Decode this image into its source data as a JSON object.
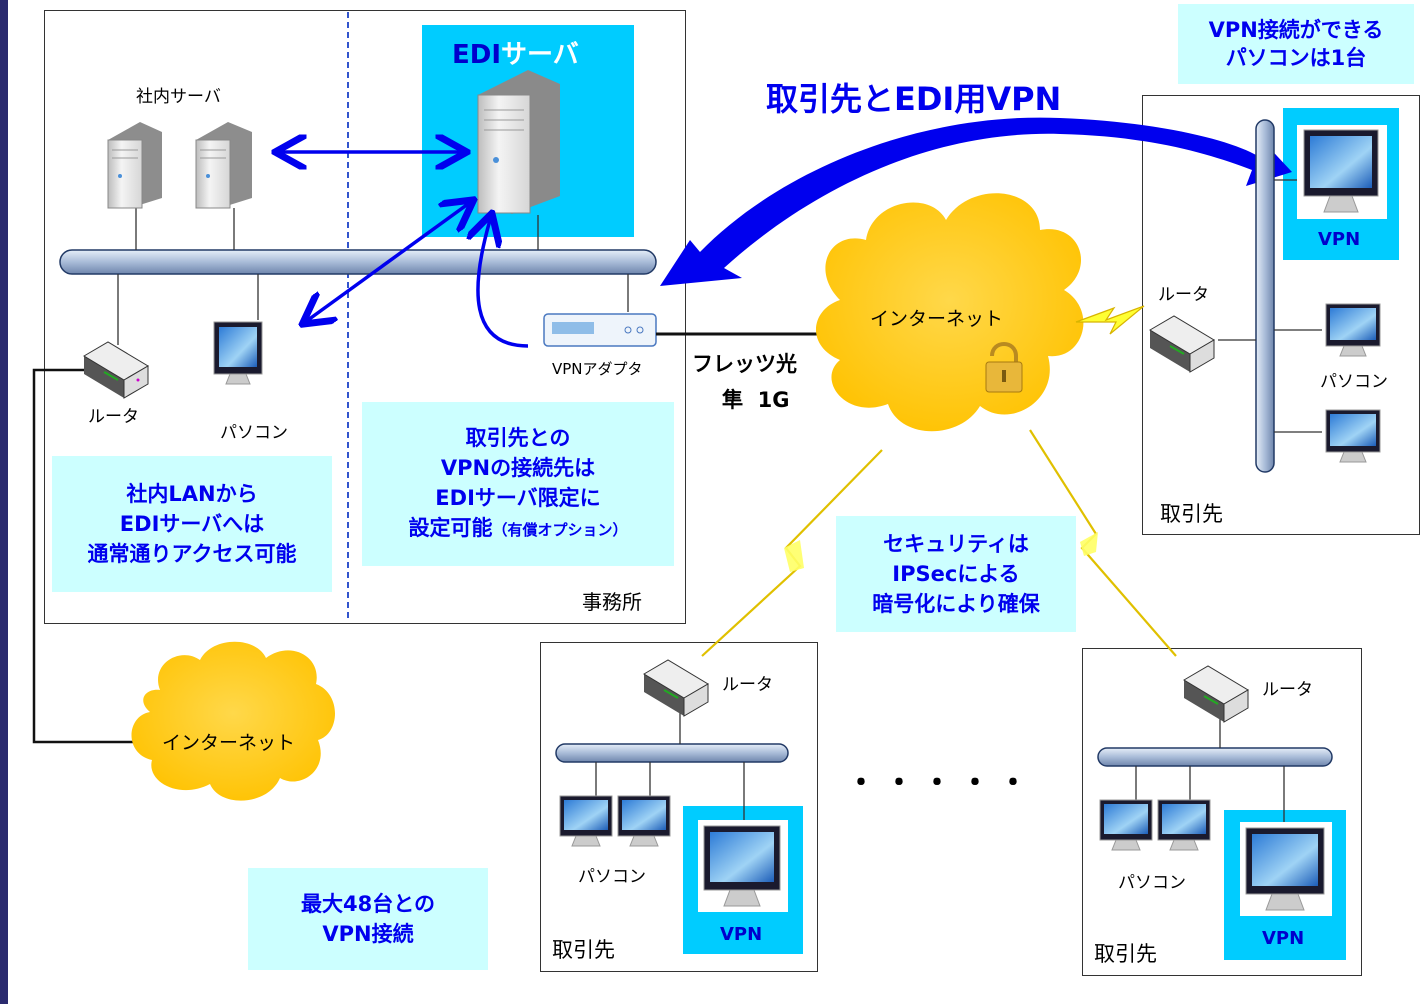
{
  "office": {
    "internal_server_label": "社内サーバ",
    "edi_server": {
      "prefix": "EDI",
      "suffix": "サーバ"
    },
    "router_label": "ルータ",
    "pc_label": "パソコン",
    "vpn_adapter_label": "VPNアダプタ",
    "box_label": "事務所",
    "note_lan": [
      "社内LANから",
      "EDIサーバへは",
      "通常通りアクセス可能"
    ],
    "note_vpn": [
      "取引先との",
      "VPNの接続先は",
      "EDIサーバ限定に"
    ],
    "note_vpn_last": "設定可能",
    "note_vpn_option": "（有償オプション）"
  },
  "link": {
    "line1": "フレッツ光",
    "line2": "隼  1G"
  },
  "internet_label": "インターネット",
  "internet_label_2": "インターネット",
  "vpn_title": "取引先とEDI用VPN",
  "top_note": [
    "VPN接続ができる",
    "パソコンは1台"
  ],
  "security_note": [
    "セキュリティは",
    "IPSecによる",
    "暗号化により確保"
  ],
  "max_note": [
    "最大48台との",
    "VPN接続"
  ],
  "ellipsis": "・・・・・",
  "partner_right": {
    "router": "ルータ",
    "pc": "パソコン",
    "vpn": "VPN",
    "label": "取引先"
  },
  "partner_mid": {
    "router": "ルータ",
    "pc": "パソコン",
    "vpn": "VPN",
    "label": "取引先"
  },
  "partner_far": {
    "router": "ルータ",
    "pc": "パソコン",
    "vpn": "VPN",
    "label": "取引先"
  },
  "colors": {
    "note_bg": "#ccffff",
    "accent_blue": "#0000ee",
    "cloud": "#ffcc00",
    "bus": "#b8c8e0",
    "vpn_highlight": "#00ccff"
  }
}
